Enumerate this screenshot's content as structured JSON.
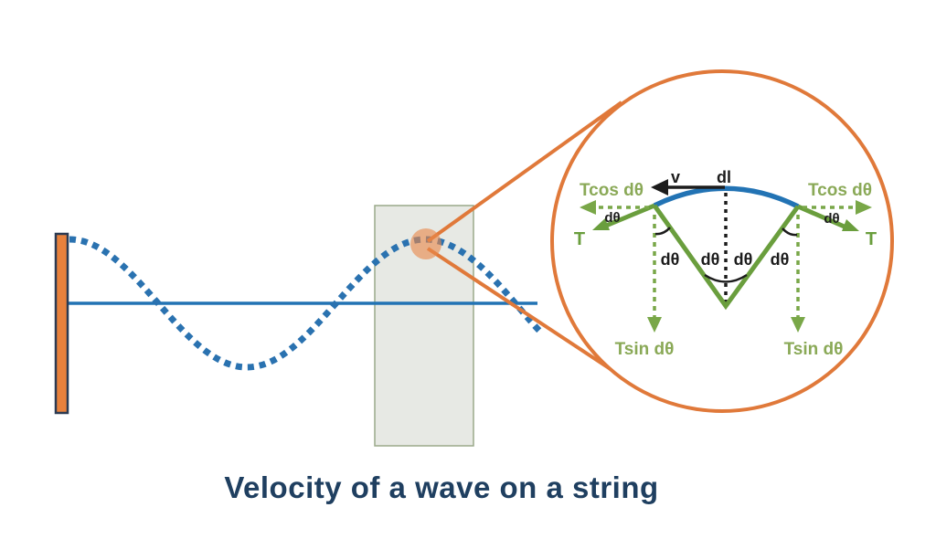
{
  "title": "Velocity of a wave on a string",
  "colors": {
    "wave_blue": "#2273b4",
    "orange_accent": "#e0793a",
    "wall_orange": "#e8813c",
    "green_solid": "#6a9e3d",
    "green_dashed": "#79a748",
    "green_text": "#8aa957",
    "navy_title": "#1f3f60",
    "black_label": "#1c1c1c",
    "highlight_gray": "#e7e9e4"
  },
  "magnified": {
    "v_label": "v",
    "dl_label": "dl",
    "tcos_left": "Tcos dθ",
    "tcos_right": "Tcos dθ",
    "t_left": "T",
    "t_right": "T",
    "tsin_left": "Tsin dθ",
    "tsin_right": "Tsin dθ",
    "dtheta_small_left": "dθ",
    "dtheta_small_right": "dθ",
    "dtheta_row": [
      "dθ",
      "dθ",
      "dθ",
      "dθ"
    ]
  }
}
